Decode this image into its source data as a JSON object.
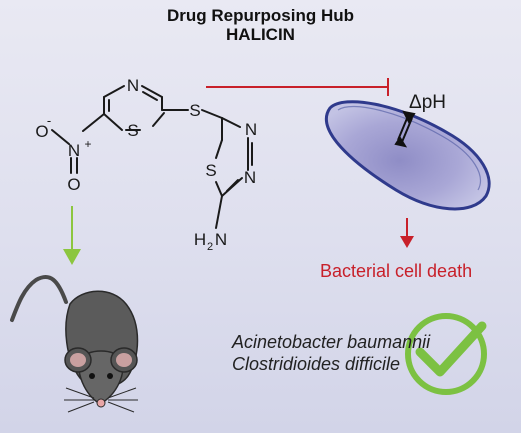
{
  "title_line1": "Drug Repurposing Hub",
  "title_line2": "HALICIN",
  "molecule": {
    "atom_n_top": "N",
    "atom_s_ring1": "S",
    "atom_s_bridge": "S",
    "atom_n_ring2a": "N",
    "atom_n_ring2b": "N",
    "atom_s_ring2": "S",
    "nitro_o_minus": "O",
    "nitro_minus": "-",
    "nitro_n": "N",
    "nitro_plus": "+",
    "nitro_o": "O",
    "amine_h": "H",
    "amine_sub": "2",
    "amine_n": "N"
  },
  "delta_ph": "ΔpH",
  "outcome_label": "Bacterial cell death",
  "species": [
    "Acinetobacter baumannii",
    "Clostridioides difficile"
  ],
  "colors": {
    "inhibit_red": "#c8202a",
    "arrow_green": "#8cc63f",
    "bacterium_fill": "#8f8dc6",
    "check_green": "#7cc142",
    "mouse_gray": "#5b5b5b"
  },
  "icons": [
    "mouse-icon",
    "bacterium-icon",
    "checkmark-icon"
  ]
}
